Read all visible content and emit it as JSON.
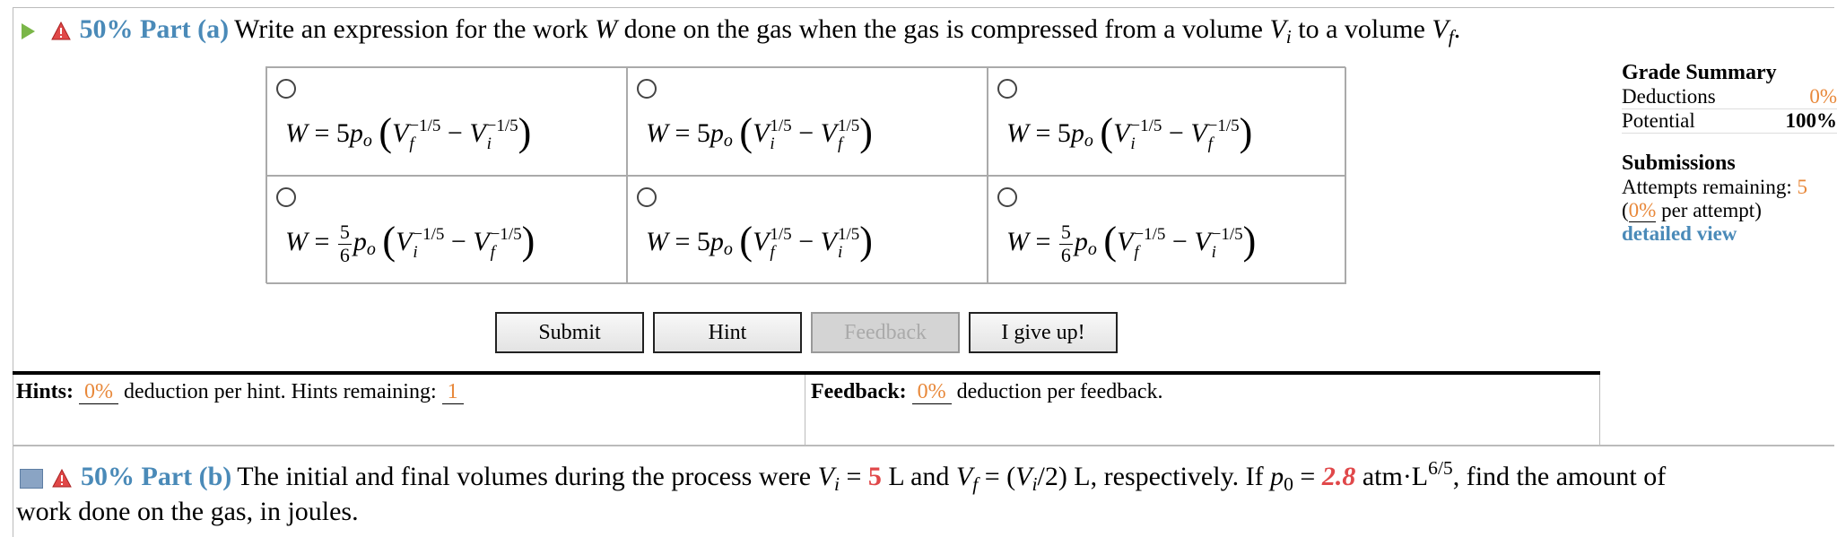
{
  "part_a": {
    "percent_label": "50% Part (a)",
    "question_prefix": "Write an expression for the work ",
    "question_W": "W",
    "question_mid": " done on the gas when the gas is compressed from a volume ",
    "question_Vi": "V",
    "question_i": "i",
    "question_to": " to a volume ",
    "question_Vf": "V",
    "question_f": "f",
    "question_end": "."
  },
  "options": [
    {
      "coef": "5",
      "frac": null,
      "first": "f",
      "first_exp": "−1/5",
      "second": "i",
      "second_exp": "−1/5"
    },
    {
      "coef": "5",
      "frac": null,
      "first": "i",
      "first_exp": "1/5",
      "second": "f",
      "second_exp": "1/5"
    },
    {
      "coef": "5",
      "frac": null,
      "first": "i",
      "first_exp": "−1/5",
      "second": "f",
      "second_exp": "−1/5"
    },
    {
      "coef": "",
      "frac": [
        "5",
        "6"
      ],
      "first": "i",
      "first_exp": "−1/5",
      "second": "f",
      "second_exp": "−1/5"
    },
    {
      "coef": "5",
      "frac": null,
      "first": "f",
      "first_exp": "1/5",
      "second": "i",
      "second_exp": "1/5"
    },
    {
      "coef": "",
      "frac": [
        "5",
        "6"
      ],
      "first": "f",
      "first_exp": "−1/5",
      "second": "i",
      "second_exp": "−1/5"
    }
  ],
  "buttons": {
    "submit": "Submit",
    "hint": "Hint",
    "feedback": "Feedback",
    "give_up": "I give up!"
  },
  "hints": {
    "label": "Hints:",
    "deduction": "0%",
    "text": "deduction per hint. Hints remaining:",
    "remaining": "1"
  },
  "feedback": {
    "label": "Feedback:",
    "deduction": "0%",
    "text": "deduction per feedback."
  },
  "grade_summary": {
    "title": "Grade Summary",
    "deductions_label": "Deductions",
    "deductions_value": "0%",
    "potential_label": "Potential",
    "potential_value": "100%",
    "submissions_title": "Submissions",
    "attempts_label": "Attempts remaining:",
    "attempts_value": "5",
    "per_attempt_open": "(",
    "per_attempt_value": "0%",
    "per_attempt_text": " per attempt)",
    "detailed_view": "detailed view"
  },
  "part_b": {
    "percent_label": "50% Part (b)",
    "text1": "The initial and final volumes during the process were ",
    "Vi": "V",
    "i": "i",
    "eq1": " = ",
    "vi_value": "5",
    "text2": " L and ",
    "Vf": "V",
    "f": "f",
    "eq2": " = (",
    "Vi2": "V",
    "i2": "i",
    "text3": "/2) L, respectively. If ",
    "p": "p",
    "zero": "0",
    "eq3": " = ",
    "p_value": "2.8",
    "unit": " atm·L",
    "unit_exp": "6/5",
    "text4": ", find the amount of",
    "line2": "work done on the gas, in joules."
  },
  "colors": {
    "accent_blue": "#4a8ab8",
    "orange": "#e8883a",
    "red": "#e0484a",
    "green": "#7ab648"
  }
}
